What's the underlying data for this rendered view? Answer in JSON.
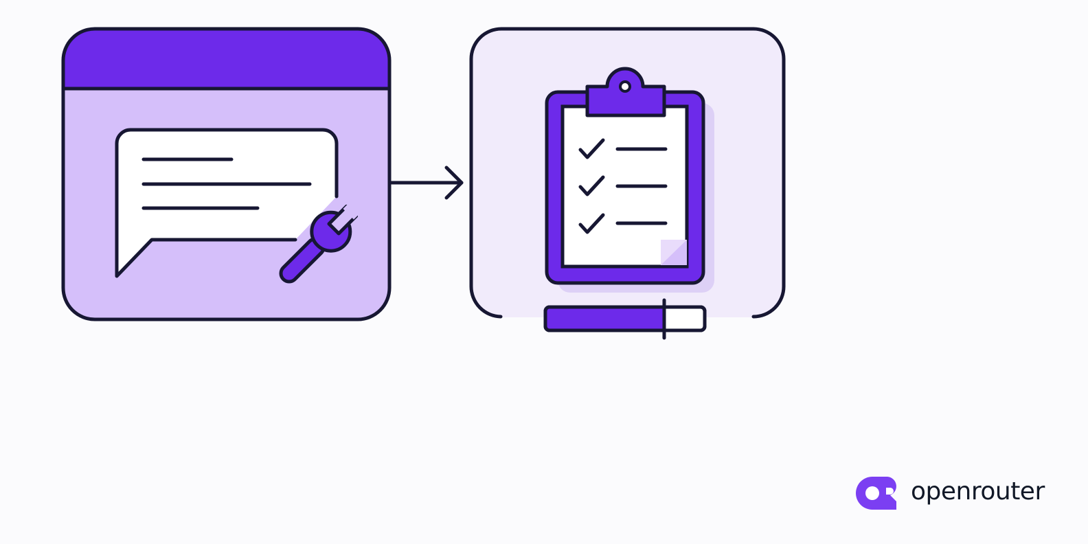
{
  "colors": {
    "background": "#fbfbfd",
    "outline": "#171733",
    "accent": "#6d2aea",
    "accent_light": "#d5bffa",
    "panel_tint": "#f1ebfb",
    "paper": "#ffffff"
  },
  "icons": {
    "left_panel": "chat-window-with-wrench",
    "arrow": "arrow-right-icon",
    "right_panel": "clipboard-checklist-icon",
    "progress": "progress-bar",
    "logo": "openrouter-logo-icon"
  },
  "progress": {
    "fill_fraction": 0.75
  },
  "brand": {
    "name": "openrouter"
  }
}
